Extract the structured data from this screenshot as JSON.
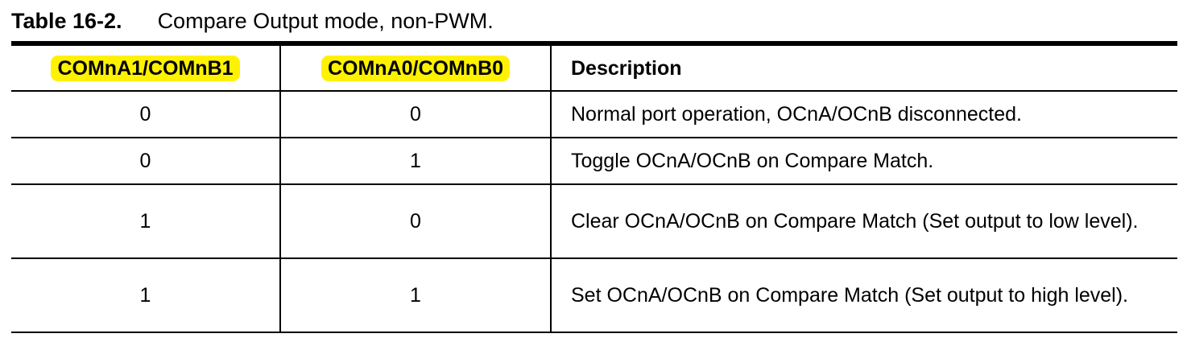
{
  "caption": {
    "label": "Table 16-2.",
    "title": "Compare Output mode, non-PWM."
  },
  "table": {
    "headers": [
      "COMnA1/COMnB1",
      "COMnA0/COMnB0",
      "Description"
    ],
    "rows": [
      {
        "com1": "0",
        "com0": "0",
        "description": "Normal port operation, OCnA/OCnB disconnected."
      },
      {
        "com1": "0",
        "com0": "1",
        "description": "Toggle OCnA/OCnB on Compare Match."
      },
      {
        "com1": "1",
        "com0": "0",
        "description": "Clear OCnA/OCnB on Compare Match (Set output to low level)."
      },
      {
        "com1": "1",
        "com0": "1",
        "description": "Set OCnA/OCnB on Compare Match (Set output to high level)."
      }
    ]
  },
  "highlight_color": "#fff200"
}
